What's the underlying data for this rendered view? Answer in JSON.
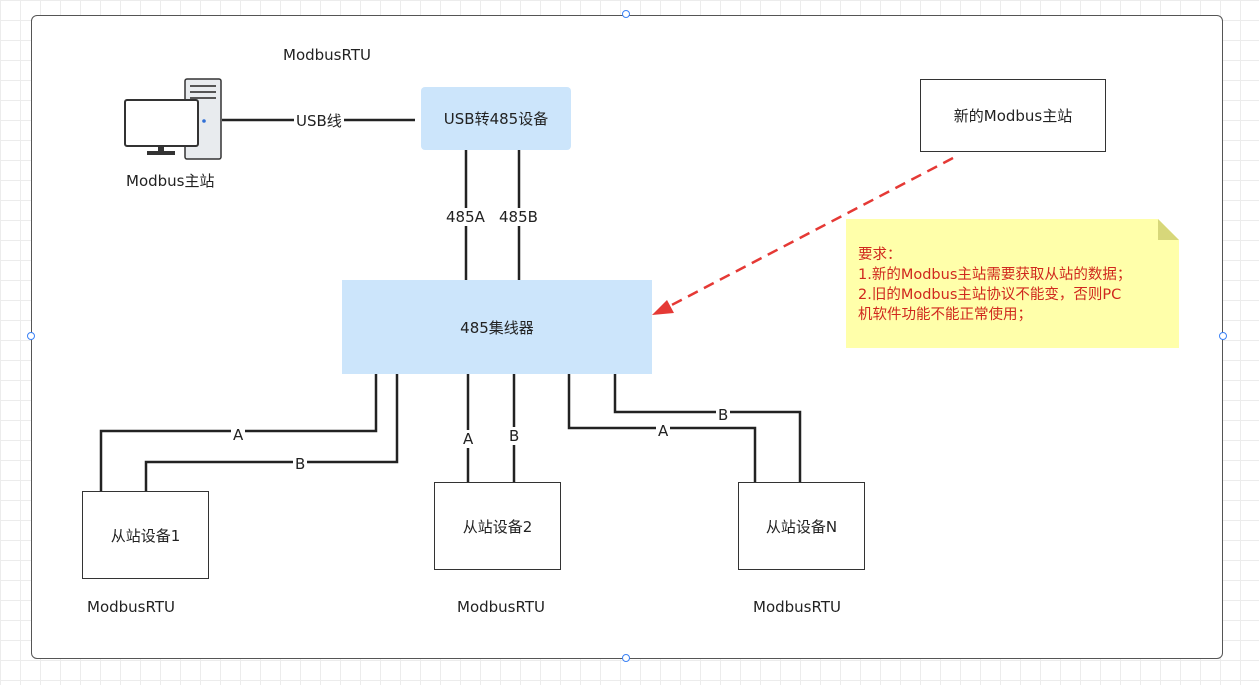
{
  "diagram": {
    "top_protocol": "ModbusRTU",
    "pc_label": "Modbus主站",
    "usb_cable_label": "USB线",
    "usb_device": "USB转485设备",
    "wire_485a": "485A",
    "wire_485b": "485B",
    "hub": "485集线器",
    "new_master": "新的Modbus主站",
    "slaves": [
      {
        "name": "从站设备1",
        "protocol": "ModbusRTU",
        "wire_a": "A",
        "wire_b": "B"
      },
      {
        "name": "从站设备2",
        "protocol": "ModbusRTU",
        "wire_a": "A",
        "wire_b": "B"
      },
      {
        "name": "从站设备N",
        "protocol": "ModbusRTU",
        "wire_a": "A",
        "wire_b": "B"
      }
    ],
    "note": {
      "lines": [
        "要求：",
        "1.新的Modbus主站需要获取从站的数据；",
        "2.旧的Modbus主站协议不能变，否则PC",
        "机软件功能不能正常使用；"
      ]
    },
    "colors": {
      "box_fill": "#cce5fb",
      "note_fill": "#ffffaa",
      "note_text": "#d0281e",
      "arrow": "#e53935",
      "selection_handle": "#3b82f6"
    }
  }
}
